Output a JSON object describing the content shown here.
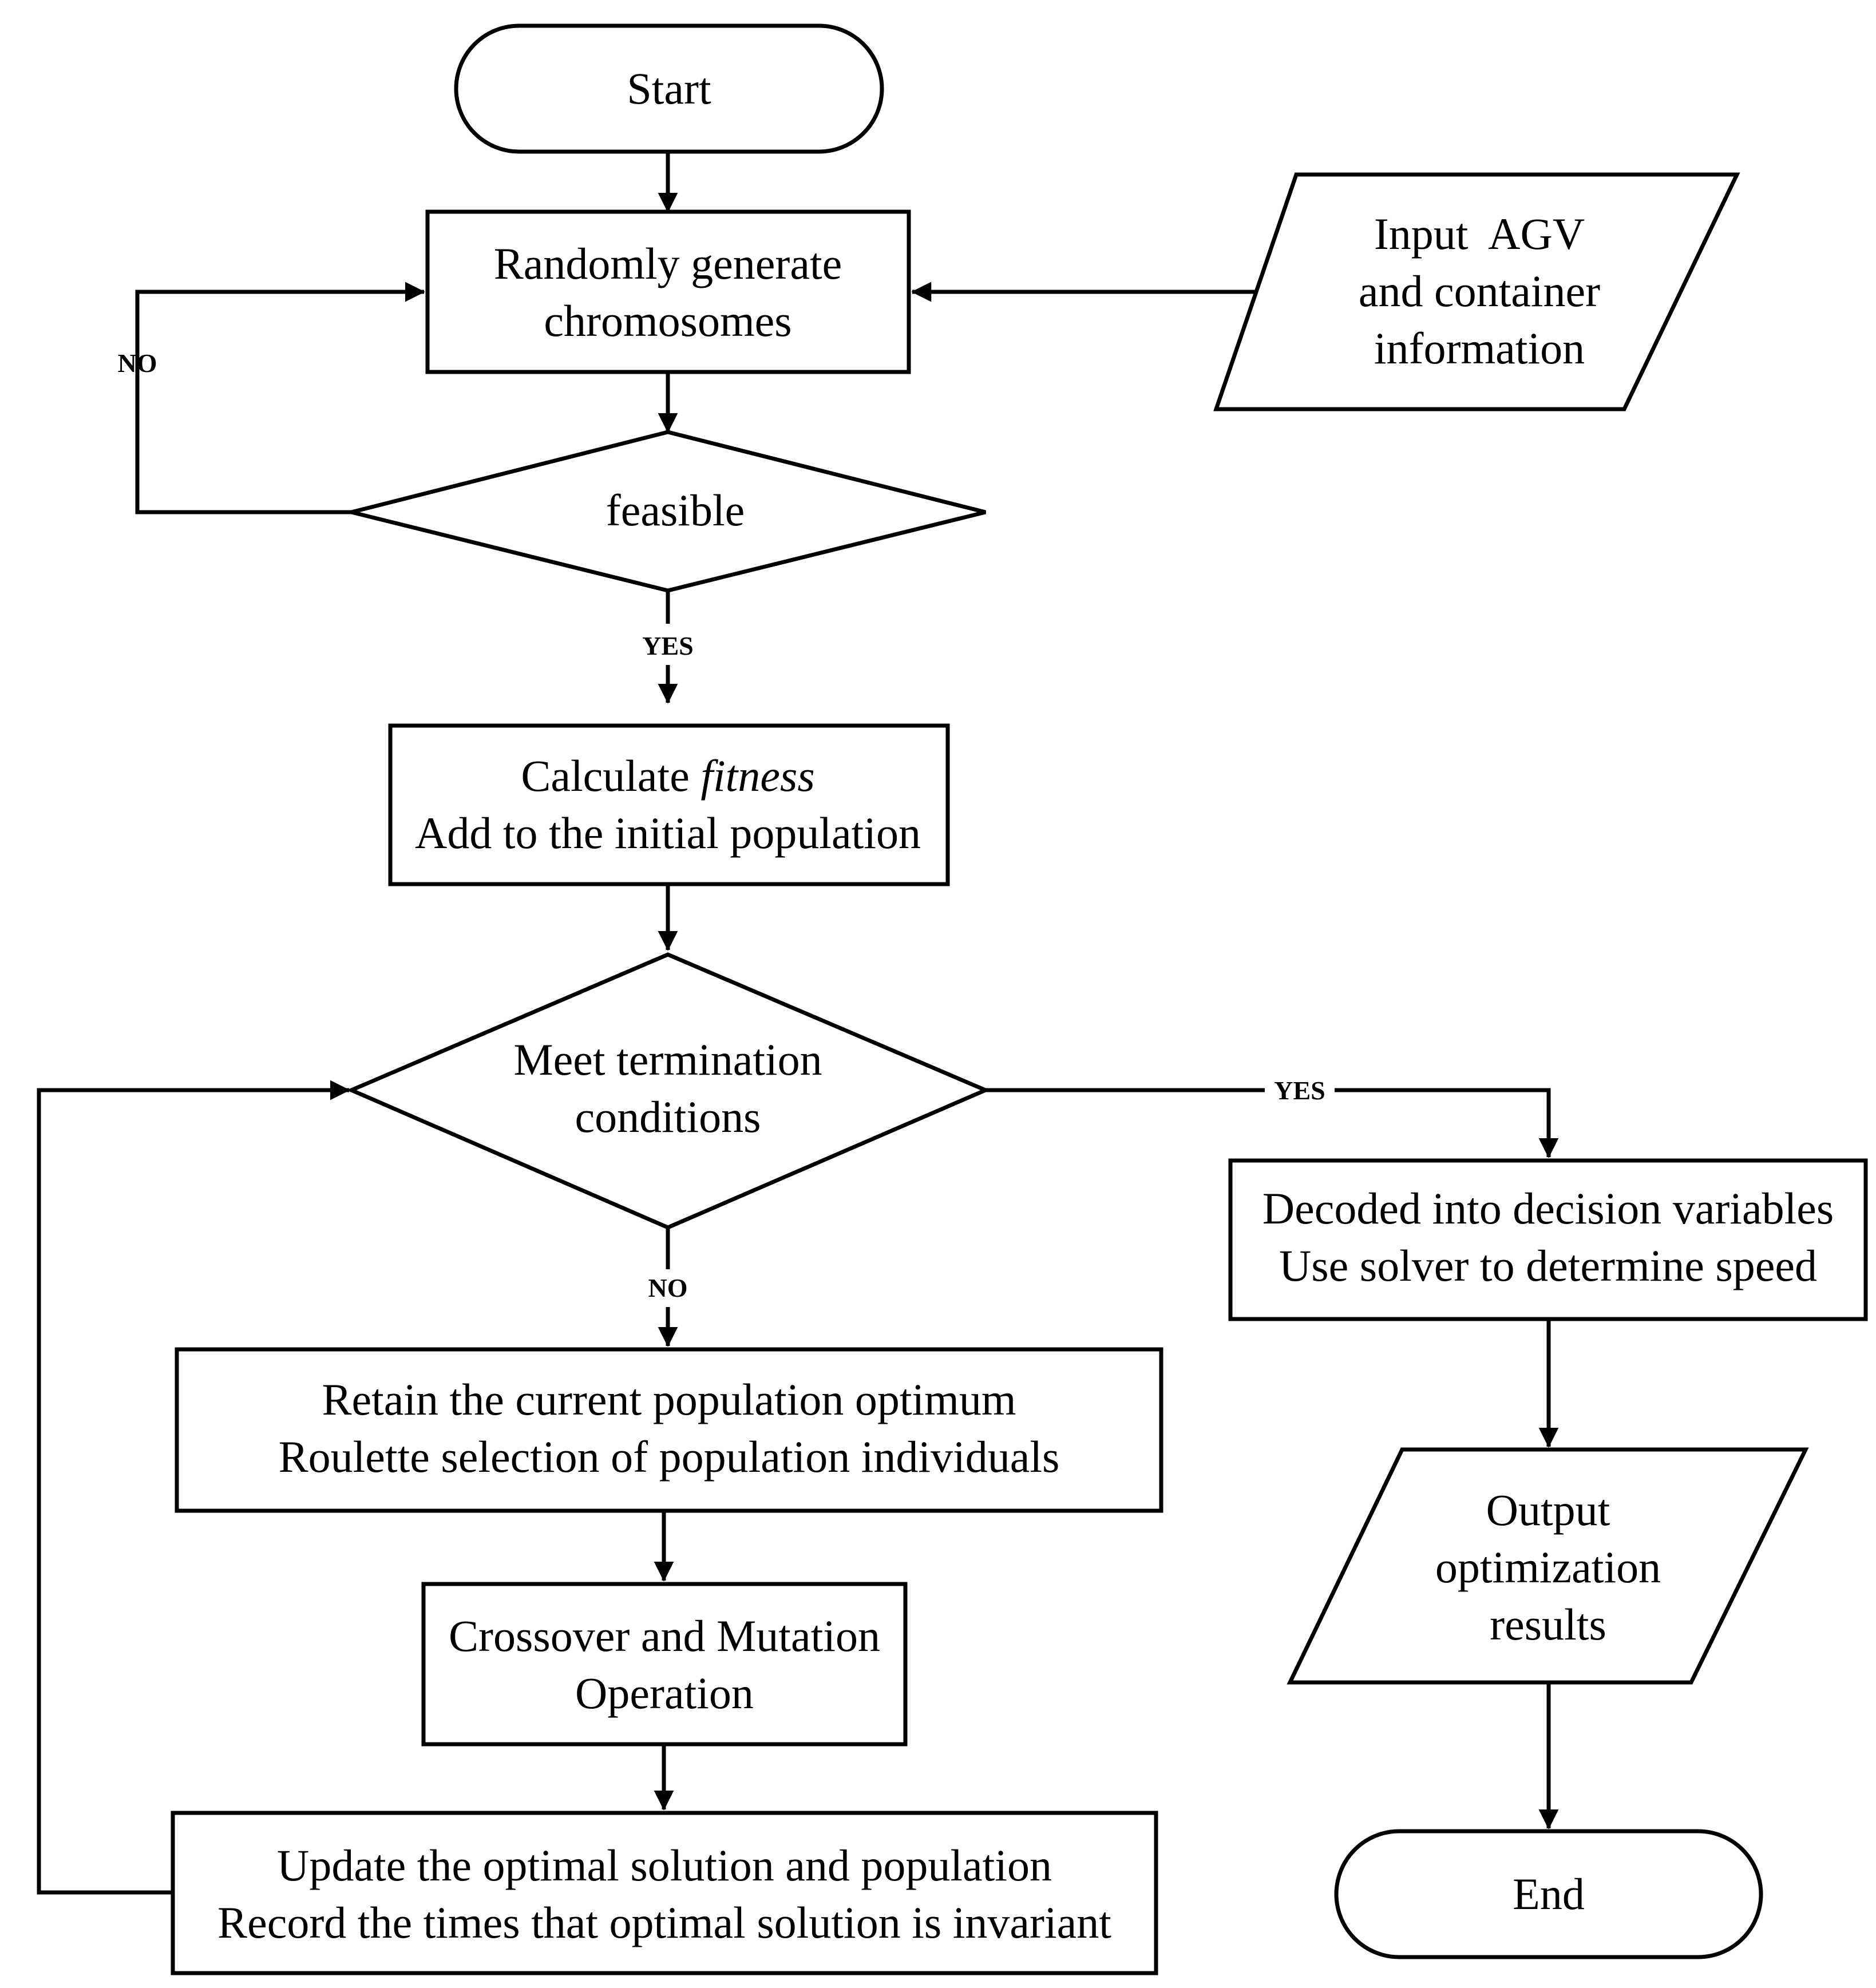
{
  "diagram": {
    "start": "Start",
    "generate": [
      "Randomly generate",
      "chromosomes"
    ],
    "input": [
      "Input  AGV",
      "and container",
      "information"
    ],
    "feasible": "feasible",
    "calc_prefix": "Calculate ",
    "calc_italic": "fitness",
    "calc_line2": "Add to the initial population",
    "terminate": [
      "Meet termination",
      "conditions"
    ],
    "retain": [
      "Retain the current population optimum",
      "Roulette selection of population individuals"
    ],
    "crossover": [
      "Crossover and Mutation",
      "Operation"
    ],
    "update": [
      "Update the optimal solution and population",
      "Record the times that optimal solution is invariant"
    ],
    "decode": [
      "Decoded into decision variables",
      "Use solver to determine speed"
    ],
    "output": [
      "Output",
      "optimization",
      "results"
    ],
    "end": "End",
    "label_no_feasible": "NO",
    "label_yes_feasible": "YES",
    "label_yes_terminate": "YES",
    "label_no_terminate": "NO"
  }
}
